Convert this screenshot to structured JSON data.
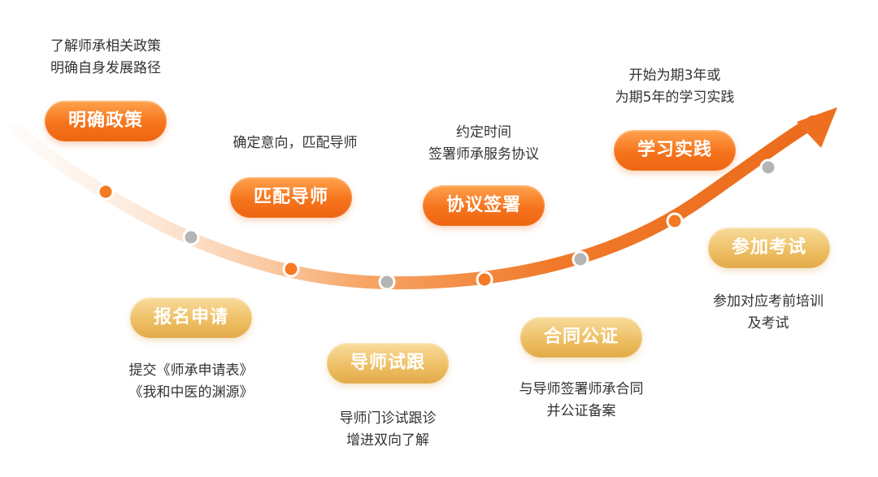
{
  "steps": [
    {
      "title": "明确政策",
      "desc": [
        "了解师承相关政策",
        "明确自身发展路径"
      ],
      "tone": "orange"
    },
    {
      "title": "报名申请",
      "desc": [
        "提交《师承申请表》",
        "《我和中医的渊源》"
      ],
      "tone": "gold"
    },
    {
      "title": "匹配导师",
      "desc": [
        "确定意向，匹配导师"
      ],
      "tone": "orange"
    },
    {
      "title": "导师试跟",
      "desc": [
        "导师门诊试跟诊",
        "增进双向了解"
      ],
      "tone": "gold"
    },
    {
      "title": "协议签署",
      "desc": [
        "约定时间",
        "签署师承服务协议"
      ],
      "tone": "orange"
    },
    {
      "title": "合同公证",
      "desc": [
        "与导师签署师承合同",
        "并公证备案"
      ],
      "tone": "gold"
    },
    {
      "title": "学习实践",
      "desc": [
        "开始为期3年或",
        "为期5年的学习实践"
      ],
      "tone": "orange"
    },
    {
      "title": "参加考试",
      "desc": [
        "参加对应考前培训",
        "及考试"
      ],
      "tone": "gold"
    }
  ],
  "colors": {
    "orange_node": "#f57a23",
    "grey_node": "#b4b4b4",
    "arrow": "#ee6f1f"
  }
}
